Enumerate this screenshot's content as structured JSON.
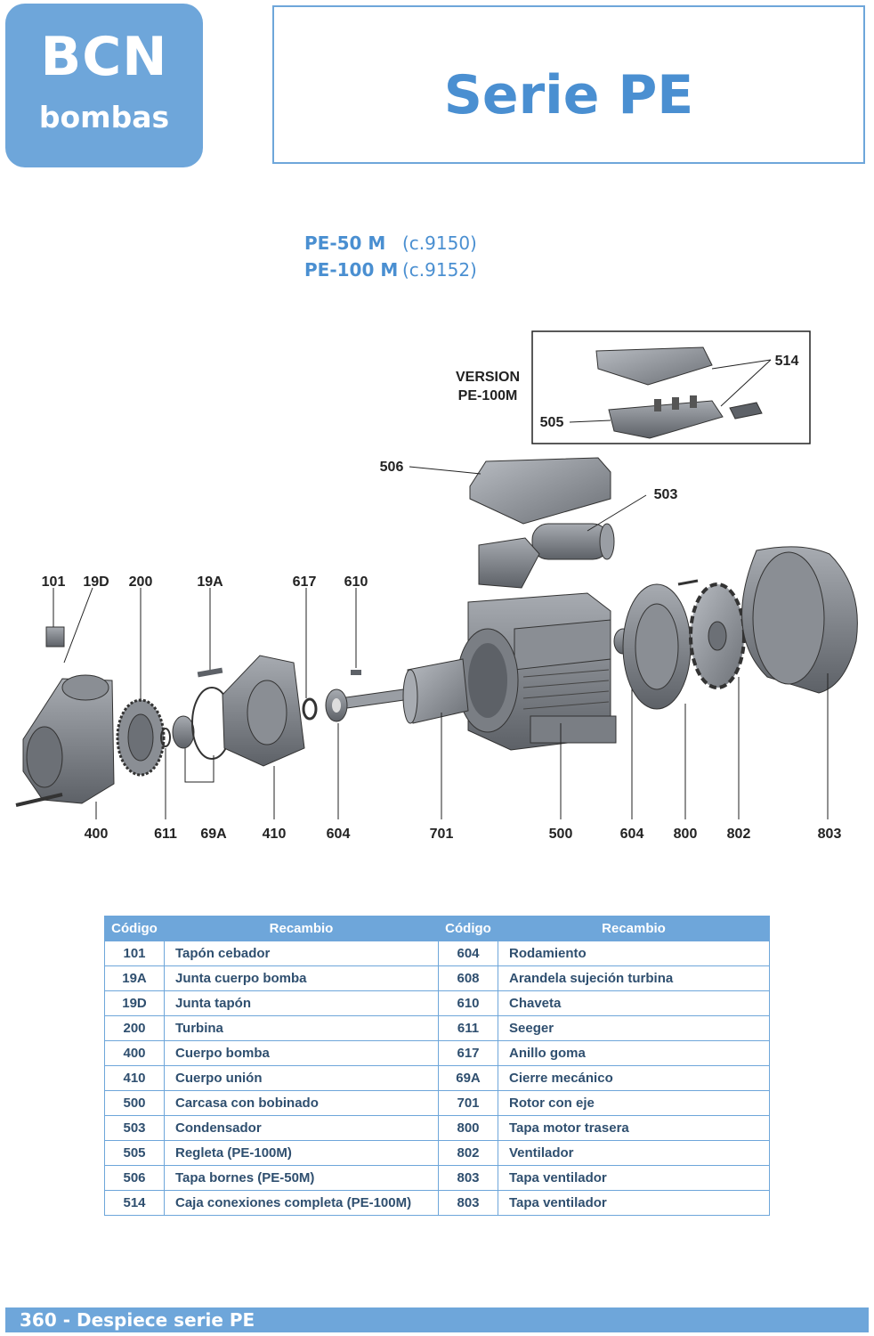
{
  "logo": {
    "line1": "BCN",
    "line2": "bombas"
  },
  "title": "Serie PE",
  "models": [
    {
      "name": "PE-50 M",
      "code": "(c.9150)"
    },
    {
      "name": "PE-100 M",
      "code": "(c.9152)"
    }
  ],
  "diagram": {
    "version_line1": "VERSION",
    "version_line2": "PE-100M",
    "labels": {
      "l514": "514",
      "l505": "505",
      "l506": "506",
      "l503": "503",
      "l101": "101",
      "l19D": "19D",
      "l200": "200",
      "l19A": "19A",
      "l617": "617",
      "l610": "610",
      "l400": "400",
      "l611": "611",
      "l69A": "69A",
      "l410": "410",
      "l604a": "604",
      "l701": "701",
      "l500": "500",
      "l604b": "604",
      "l800": "800",
      "l802": "802",
      "l803": "803"
    }
  },
  "table": {
    "headers": {
      "code": "Código",
      "part": "Recambio"
    },
    "rows": [
      {
        "c1": "101",
        "p1": "Tapón cebador",
        "c2": "604",
        "p2": "Rodamiento"
      },
      {
        "c1": "19A",
        "p1": "Junta cuerpo bomba",
        "c2": "608",
        "p2": "Arandela sujeción turbina"
      },
      {
        "c1": "19D",
        "p1": "Junta tapón",
        "c2": "610",
        "p2": "Chaveta"
      },
      {
        "c1": "200",
        "p1": "Turbina",
        "c2": "611",
        "p2": "Seeger"
      },
      {
        "c1": "400",
        "p1": "Cuerpo bomba",
        "c2": "617",
        "p2": "Anillo goma"
      },
      {
        "c1": "410",
        "p1": "Cuerpo unión",
        "c2": "69A",
        "p2": "Cierre mecánico"
      },
      {
        "c1": "500",
        "p1": "Carcasa con bobinado",
        "c2": "701",
        "p2": "Rotor con eje"
      },
      {
        "c1": "503",
        "p1": "Condensador",
        "c2": "800",
        "p2": "Tapa motor trasera"
      },
      {
        "c1": "505",
        "p1": "Regleta (PE-100M)",
        "c2": "802",
        "p2": "Ventilador"
      },
      {
        "c1": "506",
        "p1": "Tapa bornes (PE-50M)",
        "c2": "803",
        "p2": "Tapa ventilador"
      },
      {
        "c1": "514",
        "p1": "Caja conexiones completa (PE-100M)",
        "c2": "803",
        "p2": "Tapa ventilador"
      }
    ]
  },
  "footer": "360 - Despiece serie PE"
}
